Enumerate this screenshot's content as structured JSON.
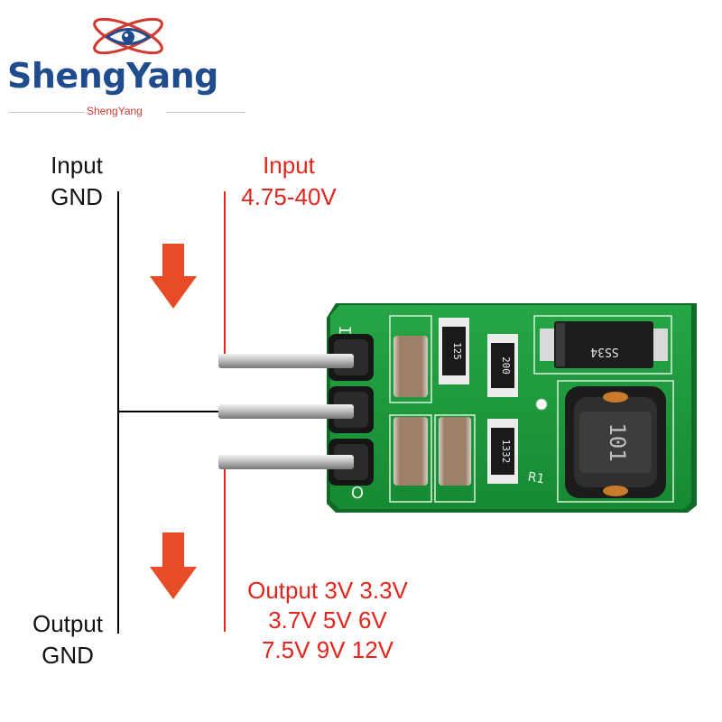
{
  "logo": {
    "brand": "ShengYang",
    "sub_brand": "ShengYang",
    "colors": {
      "blue": "#1f4c8f",
      "red": "#d23a2f"
    }
  },
  "labels": {
    "input_gnd_line1": "Input",
    "input_gnd_line2": "GND",
    "output_gnd_line1": "Output",
    "output_gnd_line2": "GND",
    "input_v_line1": "Input",
    "input_v_line2": "4.75-40V",
    "output_v_line1": "Output 3V 3.3V",
    "output_v_line2": "3.7V 5V 6V",
    "output_v_line3": "7.5V 9V 12V"
  },
  "board": {
    "silkscreen": {
      "in_mark": "I",
      "out_mark": "O",
      "resistor_ref": "R1"
    },
    "resistor_codes": [
      "125",
      "200",
      "1332"
    ],
    "diode_code": "SS34",
    "inductor_code": "101",
    "colors": {
      "pcb": "#1f9a3c",
      "copper": "#c97a2b",
      "ceramic": "#9e7f68"
    }
  },
  "colors": {
    "accent_red": "#e3261d",
    "arrow_red": "#e74c27",
    "text": "#111111"
  }
}
